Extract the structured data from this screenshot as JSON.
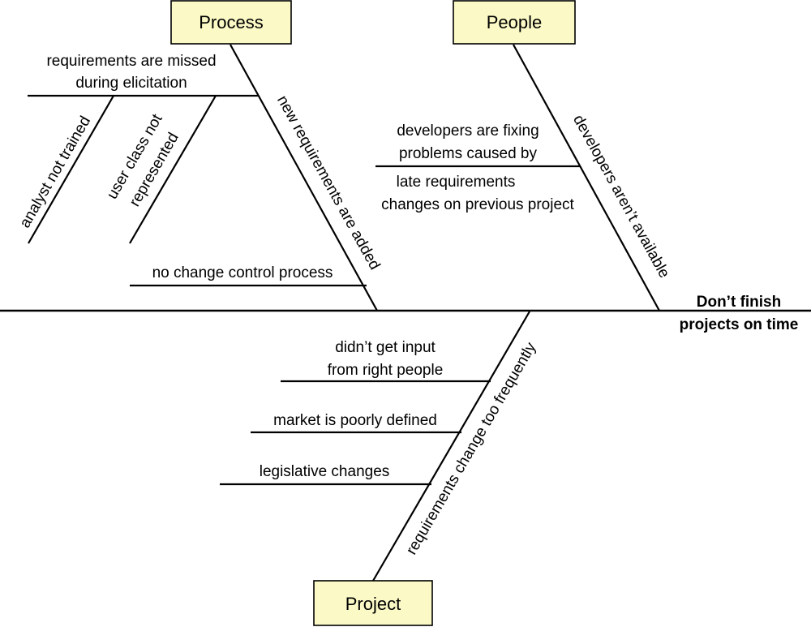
{
  "categories": {
    "process": "Process",
    "people": "People",
    "project": "Project"
  },
  "effect": {
    "line1": "Don’t finish",
    "line2": "projects on time"
  },
  "process": {
    "main_cause": "new requirements are added",
    "missed_line1": "requirements are missed",
    "missed_line2": "during elicitation",
    "analyst": "analyst not trained",
    "userclass_line1": "user class not",
    "userclass_line2": "represented",
    "no_change_control": "no change control process"
  },
  "people": {
    "main_cause": "developers aren’t available",
    "fixing_line1": "developers are fixing",
    "fixing_line2": "problems caused by",
    "fixing_line3": "late requirements",
    "fixing_line4": "changes on previous project"
  },
  "project": {
    "main_cause": "requirements change too frequently",
    "input_line1": "didn’t get input",
    "input_line2": "from right people",
    "market": "market is poorly defined",
    "legislative": "legislative changes"
  },
  "colors": {
    "box_fill": "#fbfac7",
    "stroke": "#000000"
  }
}
